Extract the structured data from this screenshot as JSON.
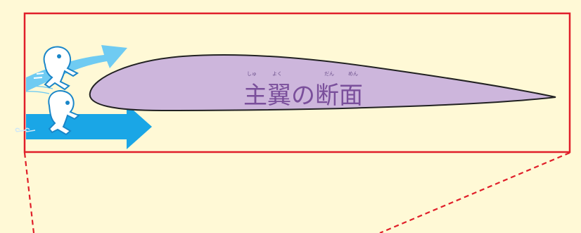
{
  "diagram": {
    "title": "主翼の断面",
    "ruby": {
      "shu": "しゅ",
      "yoku": "よく",
      "dan": "だん",
      "men": "めん"
    }
  },
  "colors": {
    "background": "#fff9d6",
    "frame": "#e01f2a",
    "airfoil_fill": "#cdb6dc",
    "airfoil_stroke": "#222222",
    "title": "#7a4f9b",
    "arrow_top": "#6fcbf2",
    "arrow_bottom": "#1aa6e6",
    "mascot_fill": "#ffffff",
    "mascot_line": "#1a86c8"
  },
  "icons": {
    "mascot_top": "running-mascot-icon",
    "mascot_bottom": "running-mascot-icon",
    "airflow": "airflow-arrow-icon"
  }
}
